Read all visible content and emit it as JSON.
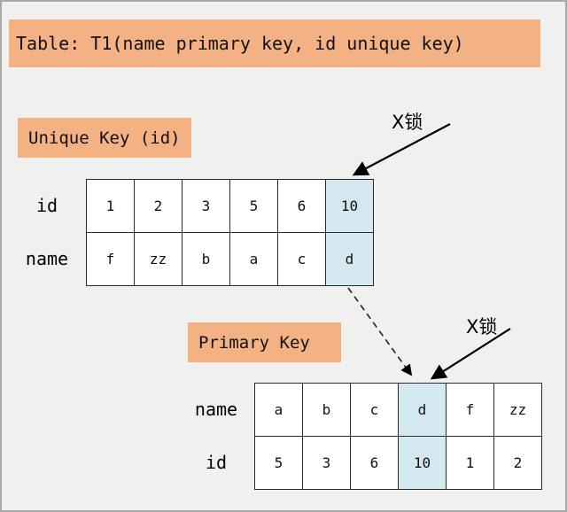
{
  "banner": {
    "title": "Table: T1(name primary key, id unique key)"
  },
  "unique_key": {
    "label": "Unique Key (id)",
    "rows": [
      {
        "header": "id",
        "cells": [
          "1",
          "2",
          "3",
          "5",
          "6",
          "10"
        ]
      },
      {
        "header": "name",
        "cells": [
          "f",
          "zz",
          "b",
          "a",
          "c",
          "d"
        ]
      }
    ],
    "highlighted_column_index": 5
  },
  "primary_key": {
    "label": "Primary Key",
    "rows": [
      {
        "header": "name",
        "cells": [
          "a",
          "b",
          "c",
          "d",
          "f",
          "zz"
        ]
      },
      {
        "header": "id",
        "cells": [
          "5",
          "3",
          "6",
          "10",
          "1",
          "2"
        ]
      }
    ],
    "highlighted_column_index": 3
  },
  "locks": {
    "top": "X锁",
    "bottom": "X锁"
  },
  "colors": {
    "background": "#f0f0ee",
    "banner": "#f4b183",
    "label_box": "#f4b183",
    "highlight": "#d3e8ef",
    "cell_bg": "#ffffff",
    "border": "#2b2b2b",
    "arrow": "#000000"
  }
}
